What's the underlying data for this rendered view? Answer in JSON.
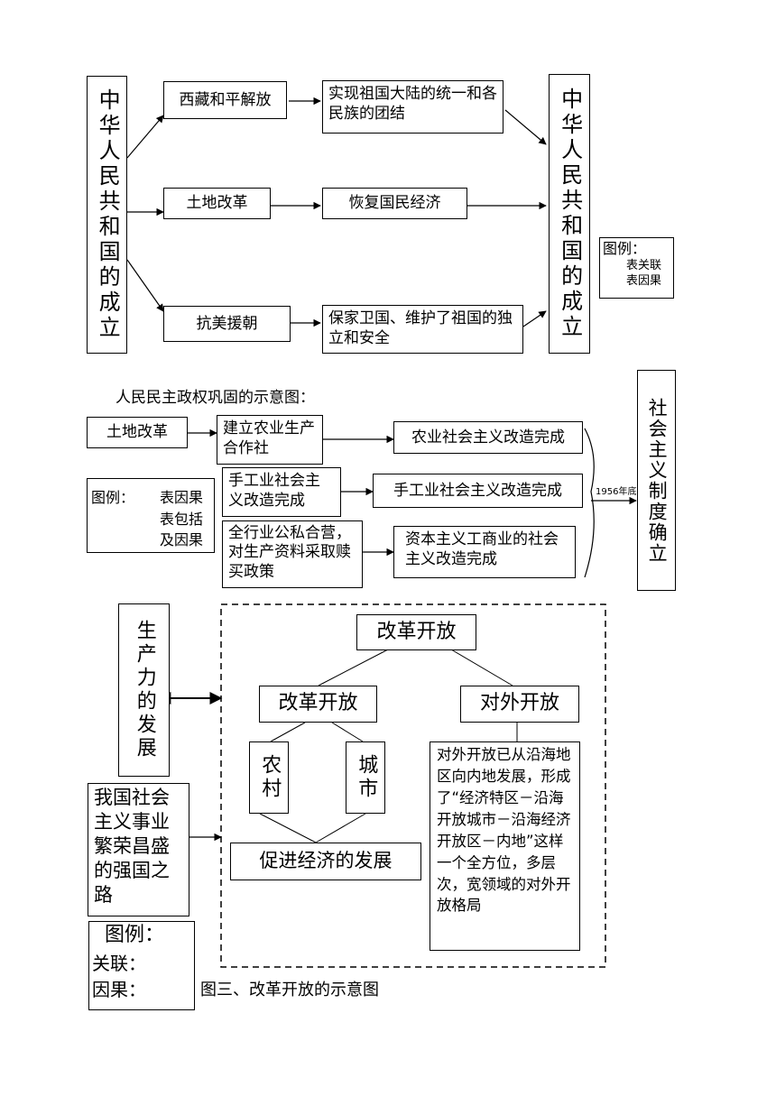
{
  "diagram1": {
    "left_title": "中华人民共和国的成立",
    "right_title": "中华人民共和国的成立",
    "causes": [
      "西藏和平解放",
      "土地改革",
      "抗美援朝"
    ],
    "results": [
      "实现祖国大陆的统一和各民族的团结",
      "恢复国民经济",
      "保家卫国、维护了祖国的独立和安全"
    ],
    "legend": {
      "title": "图例：",
      "relation": "表关联",
      "cause": "表因果"
    }
  },
  "diagram2": {
    "caption": "人民民主政权巩固的示意图：",
    "land_reform": "土地改革",
    "steps": [
      "建立农业生产合作社",
      "手工业社会主义改造完成",
      "全行业公私合营，对生产资料采取赎买政策"
    ],
    "results": [
      "农业社会主义改造完成",
      "手工业社会主义改造完成",
      "资本主义工商业的社会主义改造完成"
    ],
    "year_label": "1956年底",
    "outcome": "社会主义制度确立",
    "legend": {
      "title": "图例：",
      "cause": "表因果",
      "include": "表包括",
      "include2": "及因果"
    }
  },
  "diagram3": {
    "productivity": "生产力的发展",
    "road": "我国社会主义事业繁荣昌盛的强国之路",
    "top": "改革开放",
    "reform": "改革开放",
    "open": "对外开放",
    "rural": "农村",
    "city": "城市",
    "economy": "促进经济的发展",
    "open_desc": "对外开放已从沿海地区向内地发展，形成了“经济特区－沿海开放城市－沿海经济开放区－内地”这样一个全方位，多层次，宽领域的对外开放格局",
    "legend": {
      "title": "图例：",
      "relation": "关联：",
      "cause": "因果："
    },
    "caption": "图三、改革开放的示意图"
  }
}
